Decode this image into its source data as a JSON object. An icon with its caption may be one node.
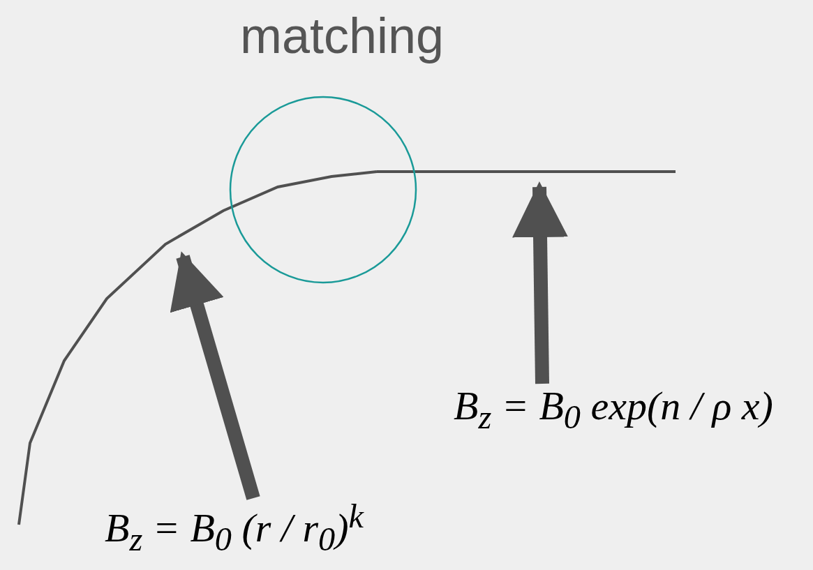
{
  "diagram": {
    "title": "matching",
    "nodes": [
      {
        "text": [
          "B$_{z}$ = B$_{0}$ (r / r$_{0}$)$^{k}$"
        ]
      },
      {
        "text": [
          "B$_{z}$ = B$_{0}$ exp(n / ρ x)"
        ]
      },
      {
        "text": [],
        "shape": "curve"
      },
      {
        "text": [],
        "shape": "line"
      },
      {
        "text": [],
        "shape": "circle"
      }
    ],
    "edges": [
      {
        "from": 0,
        "to": 2,
        "arrow": "to"
      },
      {
        "from": 1,
        "to": 3,
        "arrow": "to"
      }
    ]
  }
}
